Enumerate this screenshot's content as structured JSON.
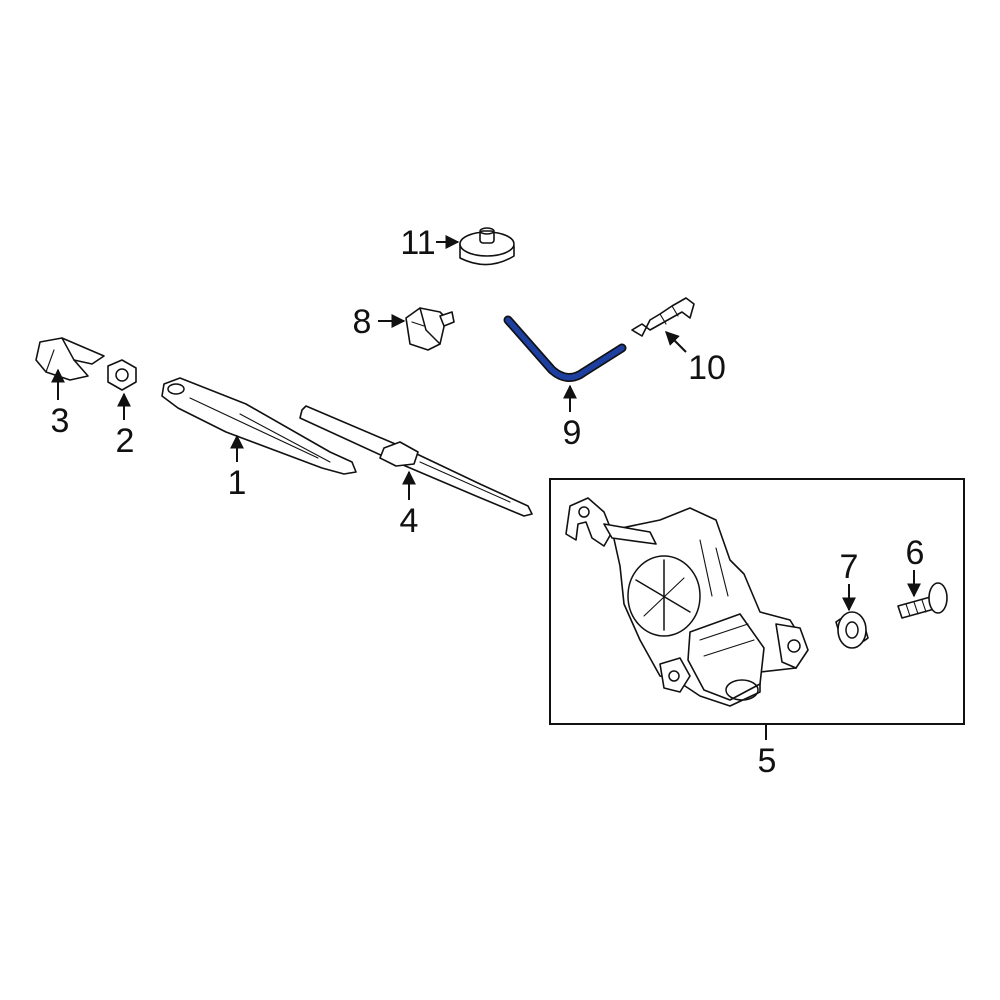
{
  "colors": {
    "background": "#ffffff",
    "line": "#111111",
    "highlight": "#1d3fa0"
  },
  "callouts": {
    "c1": "1",
    "c2": "2",
    "c3": "3",
    "c4": "4",
    "c5": "5",
    "c6": "6",
    "c7": "7",
    "c8": "8",
    "c9": "9",
    "c10": "10",
    "c11": "11"
  },
  "highlighted_part": "9"
}
